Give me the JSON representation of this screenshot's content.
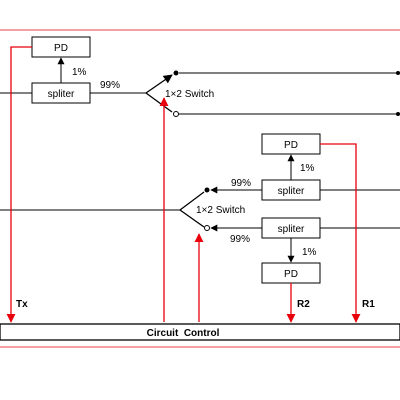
{
  "pd_label": "PD",
  "splitter_label": "spliter",
  "switch_label": "1×2 Switch",
  "ratio_1pct": "1%",
  "ratio_99pct": "99%",
  "circuit_control_label": "Circuit  Control",
  "signal_tx": "Tx",
  "signal_r1": "R1",
  "signal_r2": "R2",
  "colors": {
    "control_line": "#e8000b",
    "line": "#000000"
  }
}
